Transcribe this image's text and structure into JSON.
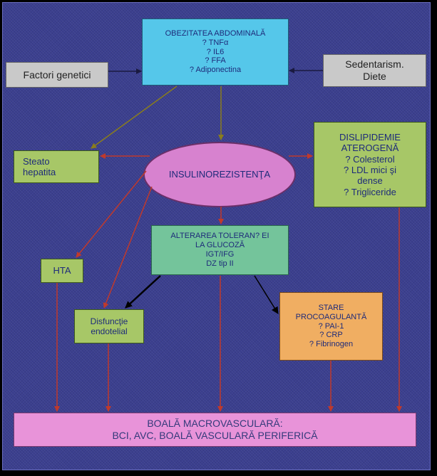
{
  "boxes": {
    "obezitate": [
      "OBEZITATEA ABDOMINALĂ",
      "? TNFα",
      "? IL6",
      "? FFA",
      "? Adiponectina"
    ],
    "genetic": [
      "Factori genetici"
    ],
    "sedentarism": [
      "Sedentarism.",
      "Diete"
    ],
    "steato": [
      "Steato",
      "hepatita"
    ],
    "insulinorezistenta": [
      "INSULINOREZISTENŢA"
    ],
    "dislipidemie": [
      "DISLIPIDEMIE",
      "ATEROGENĂ",
      "? Colesterol",
      "? LDL mici şi",
      "dense",
      "? Trigliceride"
    ],
    "alterarea": [
      "ALTERAREA TOLERAN? EI",
      "LA GLUCOZĂ",
      "IGT/IFG",
      "DZ tip II"
    ],
    "hta": [
      "HTA"
    ],
    "disfunctie": [
      "Disfuncţie",
      "endotelial"
    ],
    "stare": [
      "STARE",
      "PROCOAGULANTĂ",
      "? PAI-1",
      "? CRP",
      "? Fibrinogen"
    ],
    "boala": [
      "BOALĂ MACROVASCULARĂ:",
      "BCI, AVC, BOALĂ VASCULARĂ PERIFERICĂ"
    ]
  },
  "colors": {
    "background": "#3b3f8f",
    "arrow_red": "#c0392b",
    "arrow_olive": "#8a7d1c",
    "arrow_dark": "#1a1a40",
    "arrow_black": "#000000"
  }
}
